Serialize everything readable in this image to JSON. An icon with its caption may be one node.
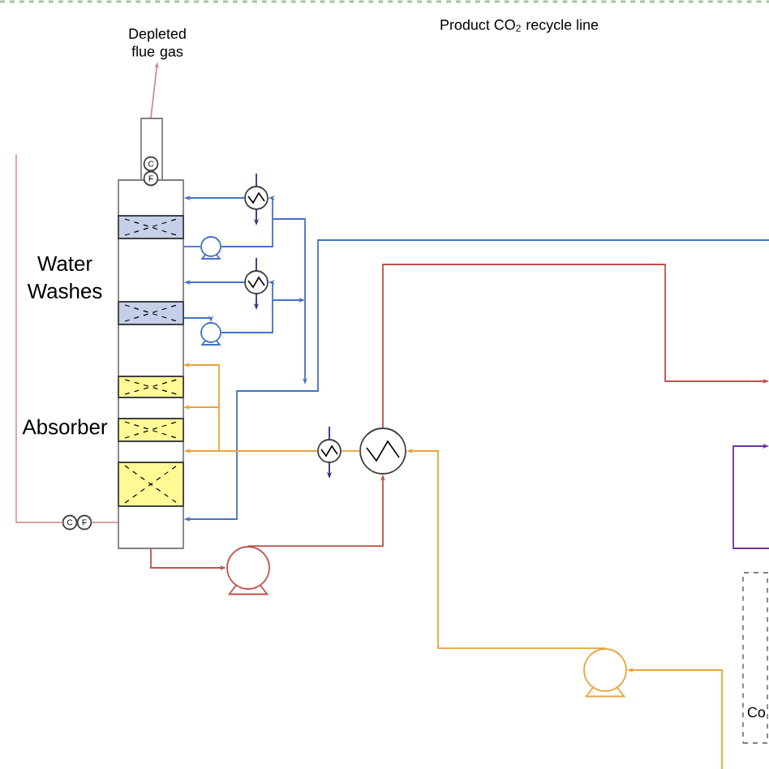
{
  "diagram": {
    "nodes": [
      {
        "text": [
          "Depleted flue gas"
        ]
      },
      {
        "text": [],
        "shape": "column",
        "beside": [
          "Water Washes",
          "Absorber"
        ]
      },
      {
        "text": [
          "C"
        ]
      },
      {
        "text": [
          "F"
        ]
      },
      {
        "text": [],
        "shape": "circle"
      },
      {
        "text": [],
        "shape": "pump"
      },
      {
        "text": [],
        "shape": "circle"
      },
      {
        "text": [],
        "shape": "pump"
      },
      {
        "text": [],
        "shape": "circle"
      },
      {
        "text": [],
        "shape": "circle"
      },
      {
        "text": [
          "C"
        ]
      },
      {
        "text": [
          "F"
        ]
      },
      {
        "text": [],
        "shape": "pump"
      },
      {
        "text": [],
        "shape": "pump"
      },
      {
        "text": [
          "Co"
        ]
      }
    ],
    "edges": [
      {
        "from": 1,
        "to": 0,
        "arrow": "to",
        "color": "#c89090"
      },
      {
        "from": 4,
        "to": 1,
        "arrow": "to"
      },
      {
        "from": 1,
        "to": 5,
        "arrow": "none"
      },
      {
        "from": 5,
        "to": 4,
        "arrow": "to"
      },
      {
        "from": 6,
        "to": 1,
        "arrow": "to"
      },
      {
        "from": 1,
        "to": 7,
        "arrow": "to"
      },
      {
        "from": 7,
        "to": 6,
        "arrow": "to"
      },
      {
        "from": null,
        "to": 1,
        "arrow": "to"
      },
      {
        "from": 9,
        "to": 8,
        "arrow": "none",
        "color": "#e8a33c"
      },
      {
        "from": 8,
        "to": 1,
        "arrow": "to",
        "color": "#e8a33c"
      },
      {
        "from": 13,
        "to": 9,
        "arrow": "to",
        "color": "#e8a33c"
      },
      {
        "from": null,
        "to": 13,
        "arrow": "to",
        "color": "#e8a33c"
      },
      {
        "from": 1,
        "to": 12,
        "arrow": "to",
        "color": "#c0504d"
      },
      {
        "from": 12,
        "to": 9,
        "arrow": "to",
        "color": "#c0504d"
      },
      {
        "from": 9,
        "to": null,
        "arrow": "to",
        "color": "#c0504d"
      },
      {
        "from": null,
        "to": 10,
        "arrow": "none",
        "color": "#d8a0a0"
      },
      {
        "from": 11,
        "to": 1,
        "arrow": "none",
        "color": "#d8a0a0"
      }
    ],
    "labels": [
      "Product CO$_{2}$ recycle line"
    ]
  }
}
